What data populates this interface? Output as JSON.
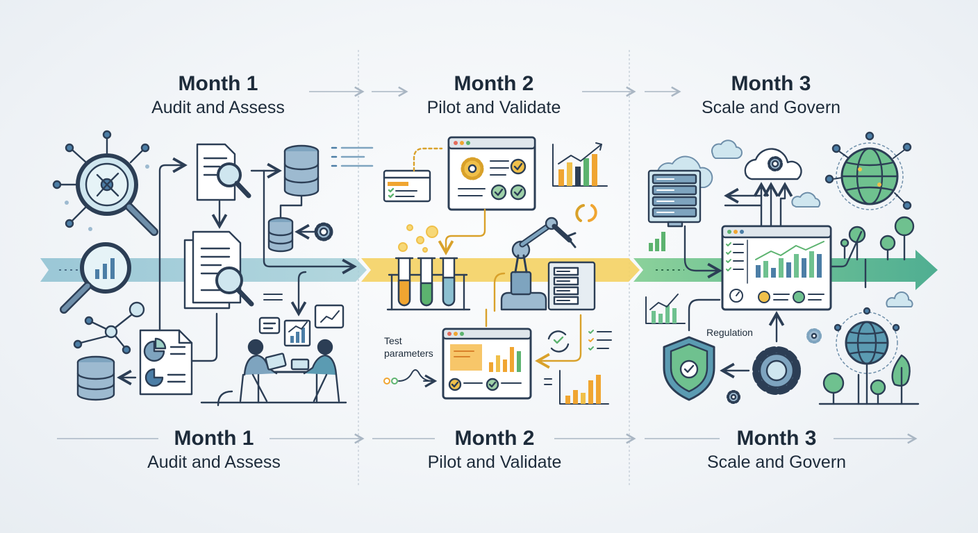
{
  "phases": [
    {
      "month": "Month 1",
      "subtitle": "Audit and Assess"
    },
    {
      "month": "Month 2",
      "subtitle": "Pilot and Validate"
    },
    {
      "month": "Month 3",
      "subtitle": "Scale and Govern"
    }
  ],
  "annotations": {
    "test_parameters": "Test parameters",
    "regulation": "Regulation"
  },
  "colors": {
    "phase1_band": "#7fb3c8",
    "phase2_band": "#f2cc5b",
    "phase3_band": "#6fc18f",
    "ink": "#2c3e55",
    "accent_orange": "#f0a531",
    "accent_green": "#5cb36f"
  }
}
